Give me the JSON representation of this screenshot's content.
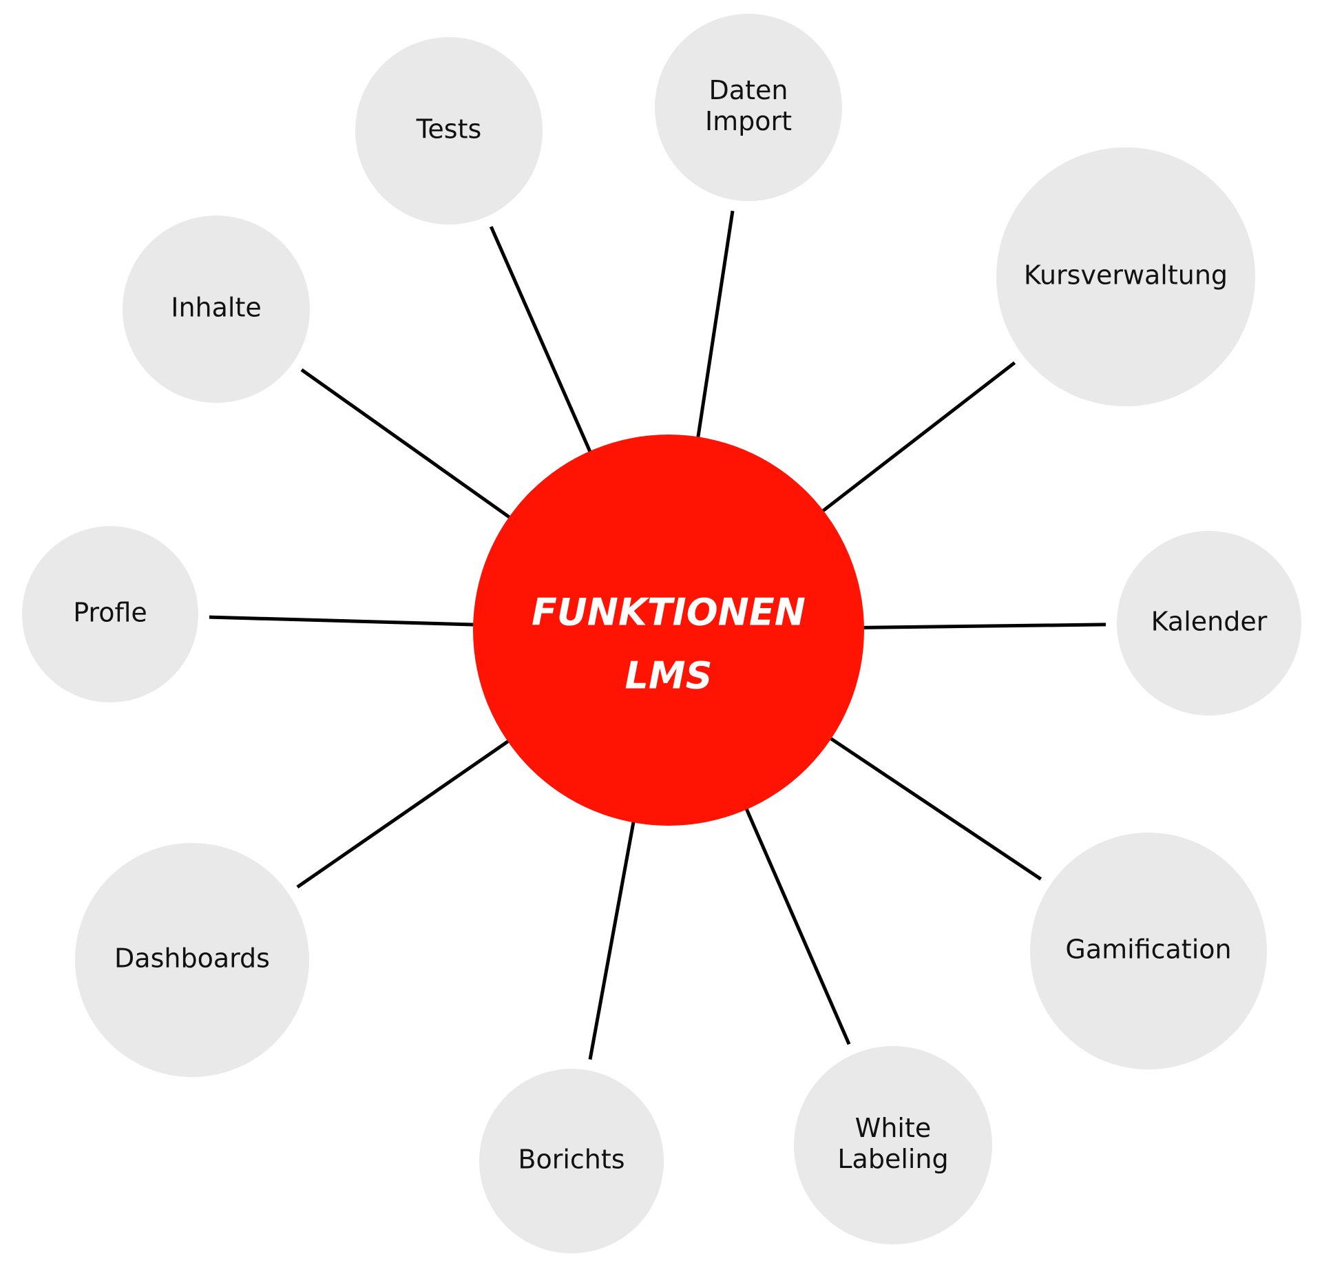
{
  "colors": {
    "hub_fill": "#ff1303",
    "node_fill": "#e9e9e9",
    "connector": "#000000",
    "hub_text": "#ffffff",
    "node_text": "#111111"
  },
  "hub": {
    "line1": "FUNKTIONEN",
    "line2": "LMS"
  },
  "nodes": [
    {
      "id": "tests",
      "lines": [
        "Tests"
      ]
    },
    {
      "id": "daten-import",
      "lines": [
        "Daten",
        "Import"
      ]
    },
    {
      "id": "kursverwaltung",
      "lines": [
        "Kursverwaltung"
      ]
    },
    {
      "id": "kalender",
      "lines": [
        "Kalender"
      ]
    },
    {
      "id": "gamification",
      "lines": [
        "Gamification"
      ]
    },
    {
      "id": "white-labeling",
      "lines": [
        "White",
        "Labeling"
      ]
    },
    {
      "id": "borichts",
      "lines": [
        "Borichts"
      ]
    },
    {
      "id": "dashboards",
      "lines": [
        "Dashboards"
      ]
    },
    {
      "id": "profle",
      "lines": [
        "Profle"
      ]
    },
    {
      "id": "inhalte",
      "lines": [
        "Inhalte"
      ]
    }
  ]
}
